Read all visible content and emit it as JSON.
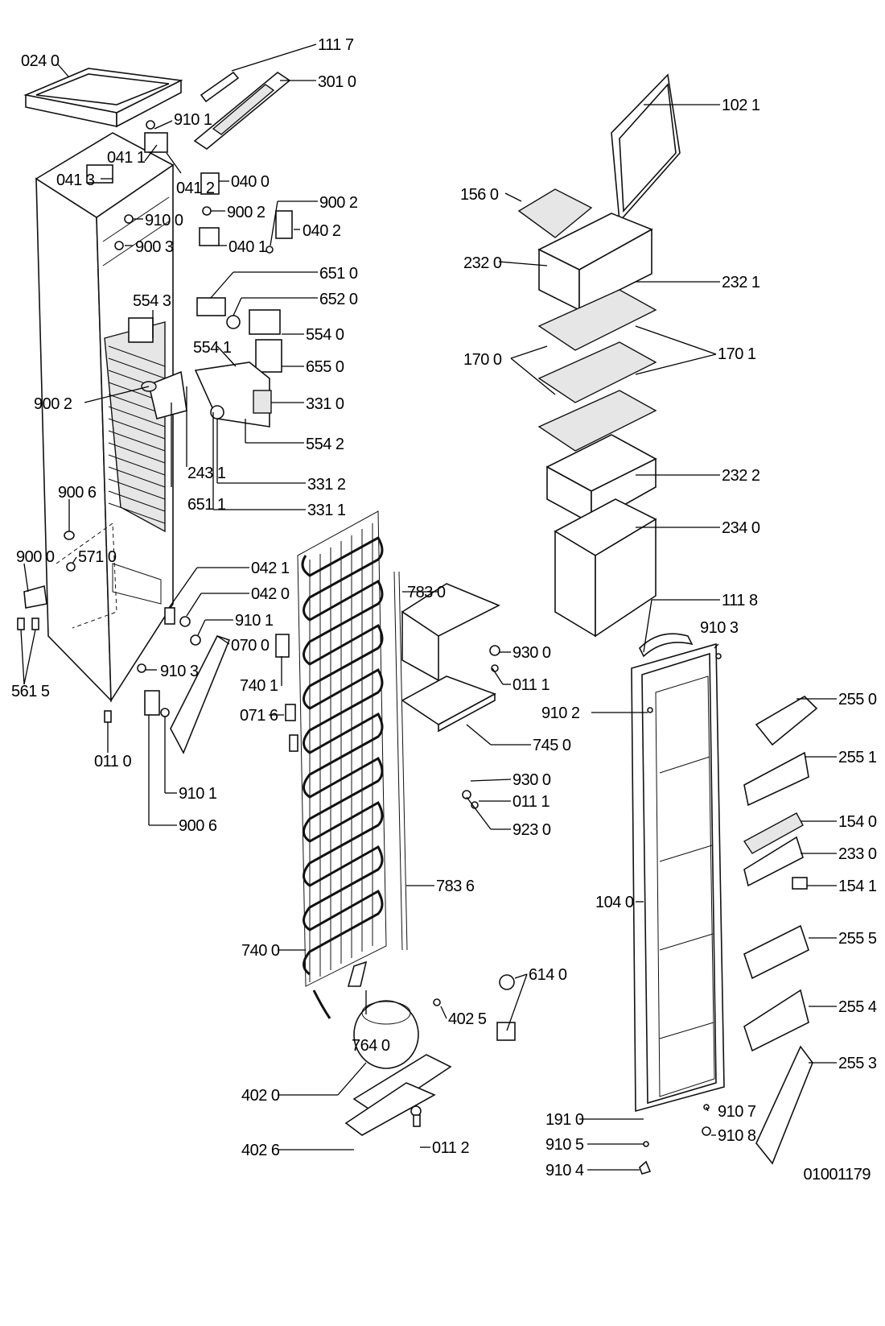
{
  "document_number": "01001179",
  "labels": {
    "p0240": "024 0",
    "p1117": "111 7",
    "p3010": "301 0",
    "p9101a": "910 1",
    "p0411": "041 1",
    "p0413": "041 3",
    "p0412": "041 2",
    "p0400": "040 0",
    "p9002a": "900 2",
    "p9002b": "900 2",
    "p0402": "040 2",
    "p9100": "910 0",
    "p0401": "040 1",
    "p9003": "900 3",
    "p6510": "651 0",
    "p6520": "652 0",
    "p5543": "554 3",
    "p5541": "554 1",
    "p5540": "554 0",
    "p6550": "655 0",
    "p9002c": "900 2",
    "p3310": "331 0",
    "p5542": "554 2",
    "p2431": "243 1",
    "p6511": "651 1",
    "p3312": "331 2",
    "p3311": "331 1",
    "p9006a": "900 6",
    "p9000": "900 0",
    "p5710": "571 0",
    "p5615": "561 5",
    "p0421": "042 1",
    "p0420": "042 0",
    "p9101b": "910 1",
    "p0700": "070 0",
    "p9103a": "910 3",
    "p7401": "740 1",
    "p0716": "071 6",
    "p0110": "011 0",
    "p9101c": "910 1",
    "p9006b": "900 6",
    "p1021": "102 1",
    "p1560": "156 0",
    "p2320": "232 0",
    "p2321": "232 1",
    "p1700": "170 0",
    "p1701": "170 1",
    "p2322": "232 2",
    "p2340": "234 0",
    "p1118": "111 8",
    "p9103b": "910 3",
    "p7830": "783 0",
    "p9300a": "930 0",
    "p0111a": "011 1",
    "p9102": "910 2",
    "p7450": "745 0",
    "p9300b": "930 0",
    "p0111b": "011 1",
    "p9230": "923 0",
    "p7836": "783 6",
    "p2550": "255 0",
    "p2551": "255 1",
    "p1540": "154 0",
    "p2330": "233 0",
    "p1541": "154 1",
    "p1040": "104 0",
    "p2555": "255 5",
    "p2554": "255 4",
    "p2553": "255 3",
    "p7400": "740 0",
    "p6140": "614 0",
    "p4025": "402 5",
    "p7640": "764 0",
    "p4020": "402 0",
    "p9107": "910 7",
    "p9108": "910 8",
    "p1910": "191 0",
    "p9105": "910 5",
    "p9104": "910 4",
    "p4026": "402 6",
    "p0112": "011 2"
  }
}
